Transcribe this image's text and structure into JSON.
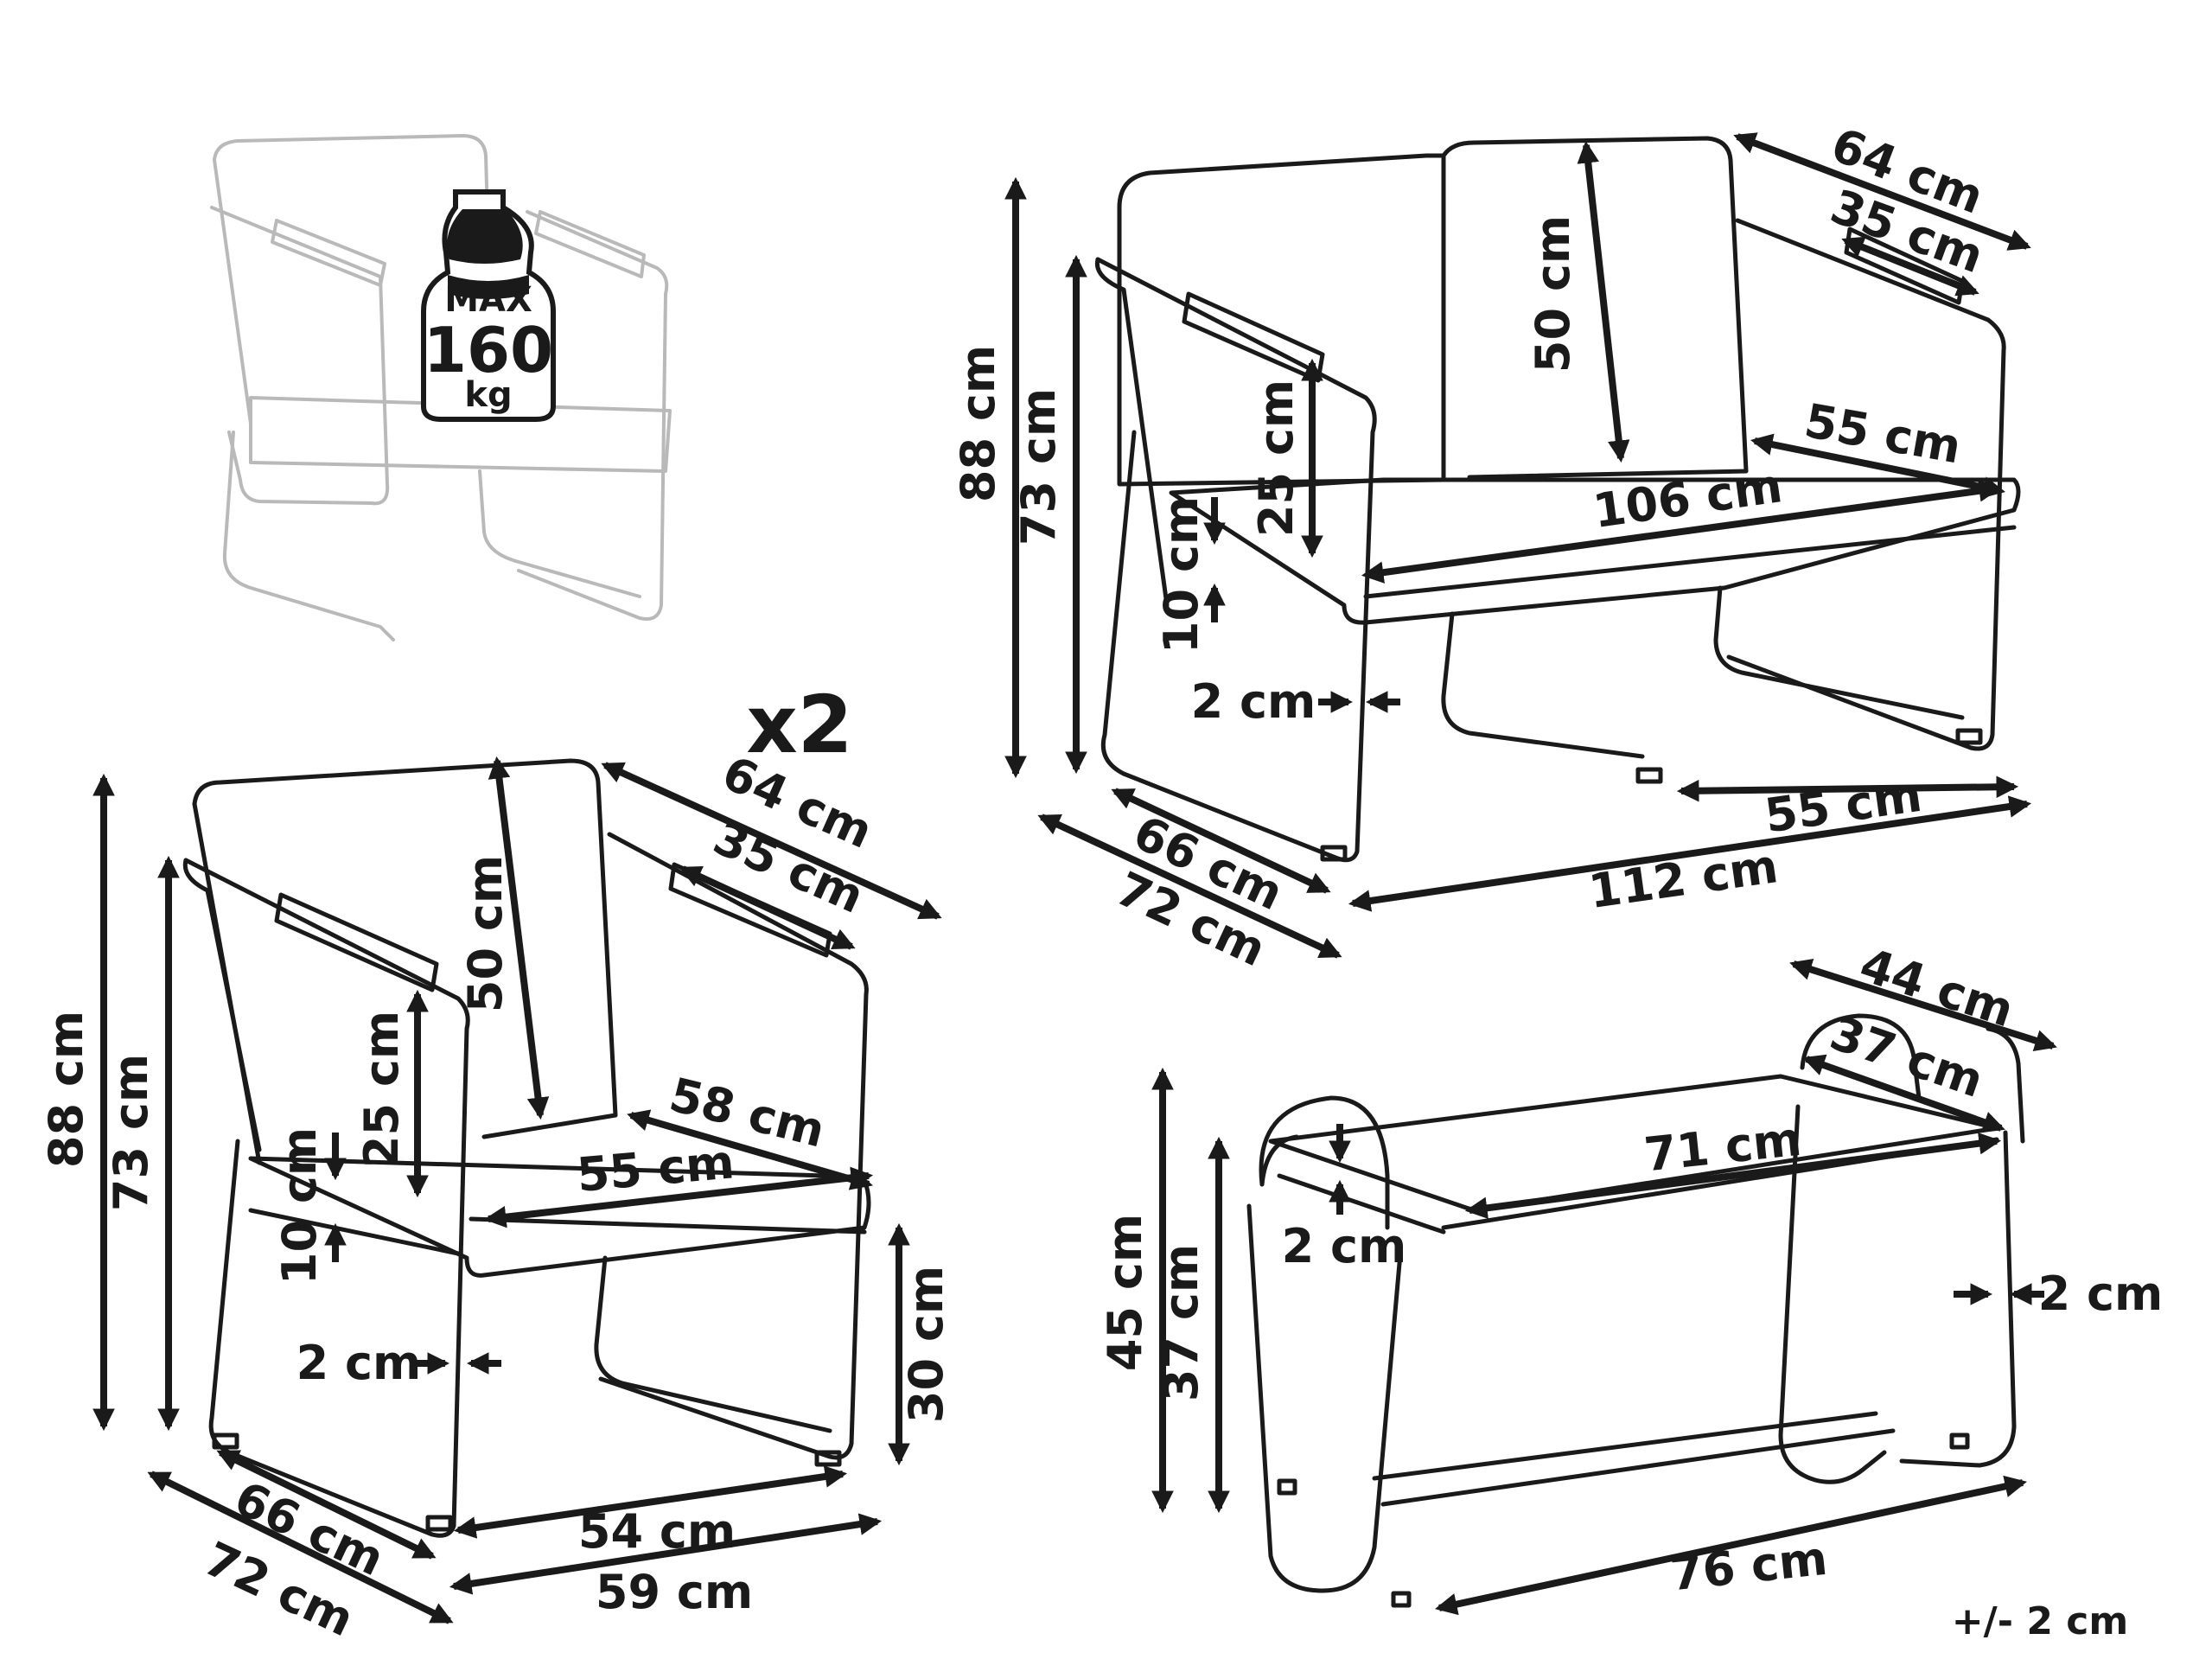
{
  "badge": {
    "line1": "MAX",
    "line2": "160",
    "line3": "kg"
  },
  "multiplier": "x2",
  "tolerance": "+/- 2 cm",
  "sofa": {
    "depth_top": "64 cm",
    "armrest_top": "35 cm",
    "back_height": "50 cm",
    "height_total": "88 cm",
    "arm_height": "73 cm",
    "arm_above_seat": "25 cm",
    "cushion": "10 cm",
    "seat_depth": "55 cm",
    "seat_width": "106 cm",
    "tube": "2 cm",
    "depth_inner": "66 cm",
    "depth_outer": "72 cm",
    "runner_depth": "55 cm",
    "width_total": "112 cm"
  },
  "armchair": {
    "depth_top": "64 cm",
    "armrest_top": "35 cm",
    "back_height": "50 cm",
    "height_total": "88 cm",
    "arm_height": "73 cm",
    "arm_above_seat": "25 cm",
    "cushion": "10 cm",
    "seat_depth": "58 cm",
    "seat_width": "55 cm",
    "tube": "2 cm",
    "seat_height": "30 cm",
    "depth_inner": "66 cm",
    "depth_outer": "72 cm",
    "width_inner": "54 cm",
    "width_outer": "59 cm"
  },
  "table": {
    "depth_top": "44 cm",
    "top_depth": "37 cm",
    "top_width": "71 cm",
    "top_thickness": "2 cm",
    "tube": "2 cm",
    "height_total": "45 cm",
    "height_inner": "37 cm",
    "width_total": "76 cm"
  }
}
